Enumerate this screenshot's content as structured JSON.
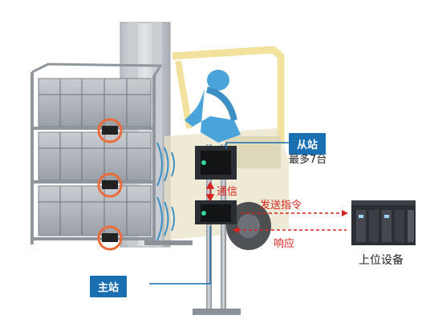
{
  "labels": {
    "slave_station": "从站",
    "slave_max": "最多7台",
    "master_station": "主站",
    "communication": "通信",
    "send_command": "发送指令",
    "response": "响应",
    "host_device": "上位设备"
  },
  "colors": {
    "accent_blue": "#1a6fb0",
    "signal_red": "#d6231e",
    "forklift_yellow": "#f3e19e",
    "driver_blue": "#4aa3d9",
    "frame_gray": "#9aa0a6"
  }
}
